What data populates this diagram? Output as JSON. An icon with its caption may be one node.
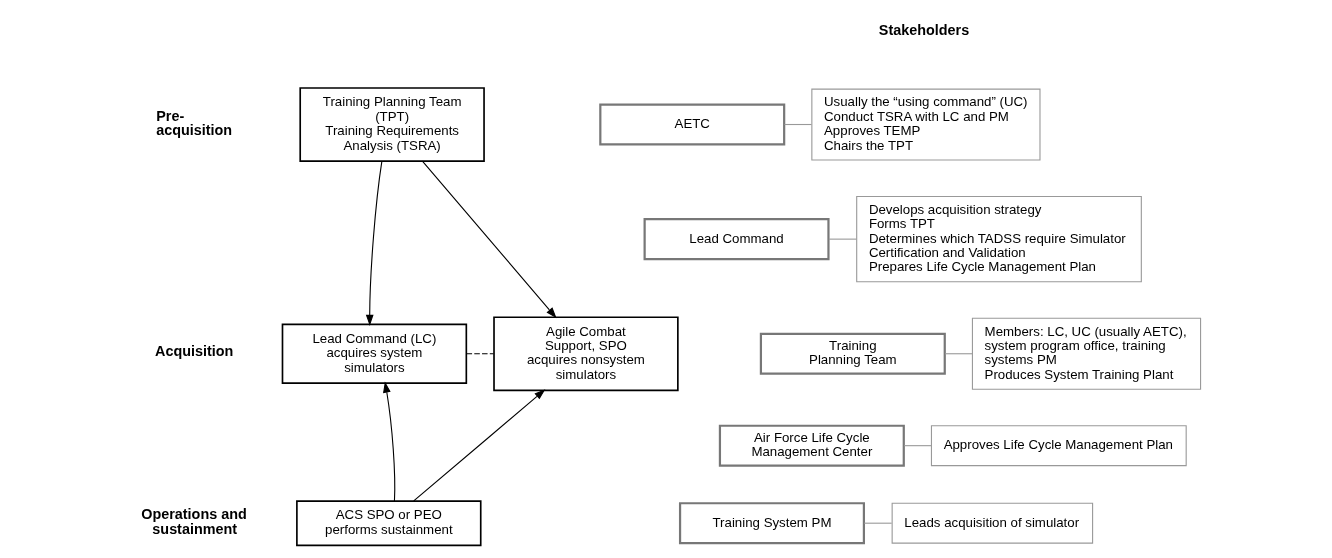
{
  "diagram": {
    "nodes": [
      {
        "text": [
          "Training Planning Team (TPT)",
          "Training Requirements Analysis (TSRA)"
        ]
      },
      {
        "text": [
          "Lead Command (LC) acquires system simulators"
        ]
      },
      {
        "text": [
          "Agile Combat Support, SPO acquires nonsystem simulators"
        ]
      },
      {
        "text": [
          "ACS SPO or PEO performs sustainment"
        ]
      },
      {
        "text": [
          "AETC"
        ]
      },
      {
        "text": [
          "Usually the “using command” (UC)",
          "Conduct TSRA with LC and PM",
          "Approves TEMP",
          "Chairs the TPT"
        ]
      },
      {
        "text": [
          "Lead Command"
        ]
      },
      {
        "text": [
          "Develops acquisition strategy",
          "Forms TPT",
          "Determines which TADSS require Simulator Certification and Validation",
          "Prepares Life Cycle Management Plan"
        ]
      },
      {
        "text": [
          "Training Planning Team"
        ]
      },
      {
        "text": [
          "Members: LC, UC (usually AETC), system program office, training systems PM",
          "Produces System Training Plant"
        ]
      },
      {
        "text": [
          "Air Force Life Cycle Management Center"
        ]
      },
      {
        "text": [
          "Approves Life Cycle Management Plan"
        ]
      },
      {
        "text": [
          "Training System PM"
        ]
      },
      {
        "text": [
          "Leads acquisition of simulator"
        ]
      }
    ],
    "edges": [
      {
        "from": 0,
        "to": 1,
        "arrow": "to"
      },
      {
        "from": 0,
        "to": 2,
        "arrow": "to"
      },
      {
        "from": 1,
        "to": 2,
        "arrow": "none",
        "style": "dashed"
      },
      {
        "from": 3,
        "to": 1,
        "arrow": "to"
      },
      {
        "from": 3,
        "to": 2,
        "arrow": "to"
      },
      {
        "from": 4,
        "to": 5,
        "arrow": "none",
        "color": "#999999"
      },
      {
        "from": 6,
        "to": 7,
        "arrow": "none",
        "color": "#999999"
      },
      {
        "from": 8,
        "to": 9,
        "arrow": "none",
        "color": "#999999"
      },
      {
        "from": 10,
        "to": 11,
        "arrow": "none",
        "color": "#999999"
      },
      {
        "from": 12,
        "to": 13,
        "arrow": "none",
        "color": "#999999"
      }
    ],
    "labels": [
      "Stakeholders",
      "Pre-acquisition",
      "Acquisition",
      "Operations and sustainment"
    ]
  }
}
